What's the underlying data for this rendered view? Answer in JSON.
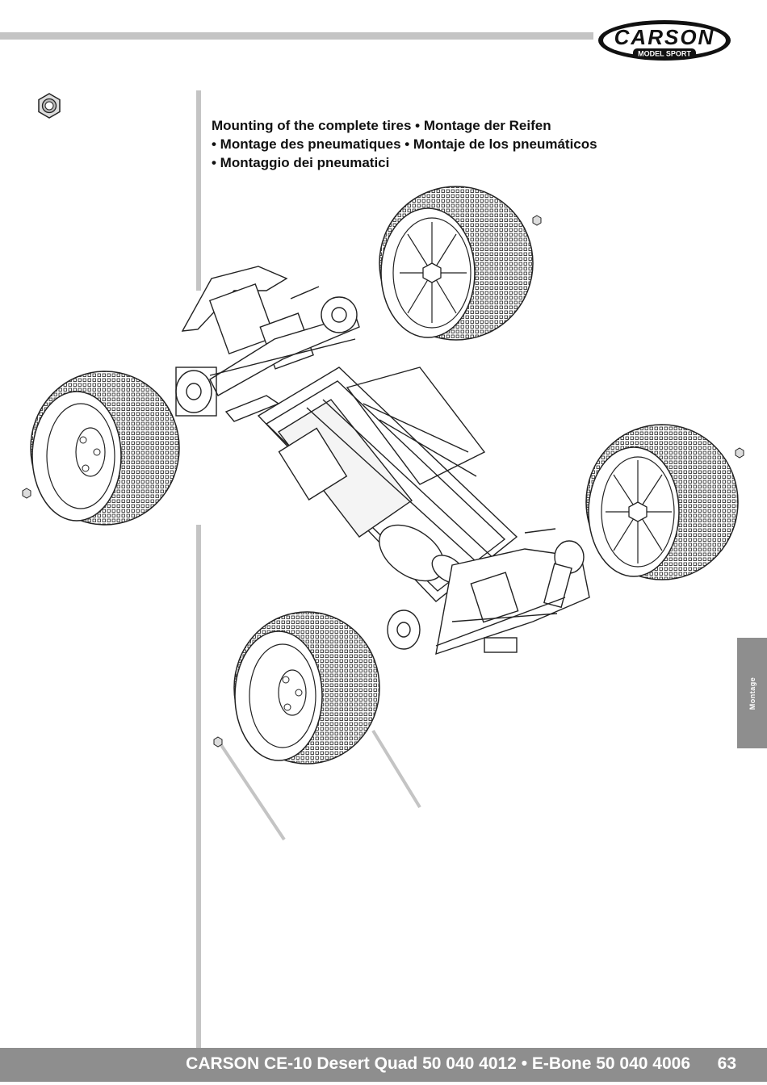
{
  "header": {
    "logo_name": "CARSON",
    "logo_sub": "MODEL SPORT"
  },
  "heading": {
    "line1": "Mounting of the complete tires • Montage der Reifen",
    "line2": "• Montage des pneumatiques • Montaje de los pneumáticos",
    "line3": "• Montaggio dei pneumatici"
  },
  "side_tab": {
    "label": "Montage"
  },
  "footer": {
    "title": "CARSON CE-10 Desert Quad 50 040 4012 • E-Bone 50 040 4006",
    "page_number": "63"
  },
  "icons": [
    "hex-nut-icon",
    "carson-logo",
    "chassis-illustration",
    "tire-illustration"
  ],
  "colors": {
    "bar_gray": "#c4c4c4",
    "footer_gray": "#8e8e8e",
    "text": "#111111"
  }
}
